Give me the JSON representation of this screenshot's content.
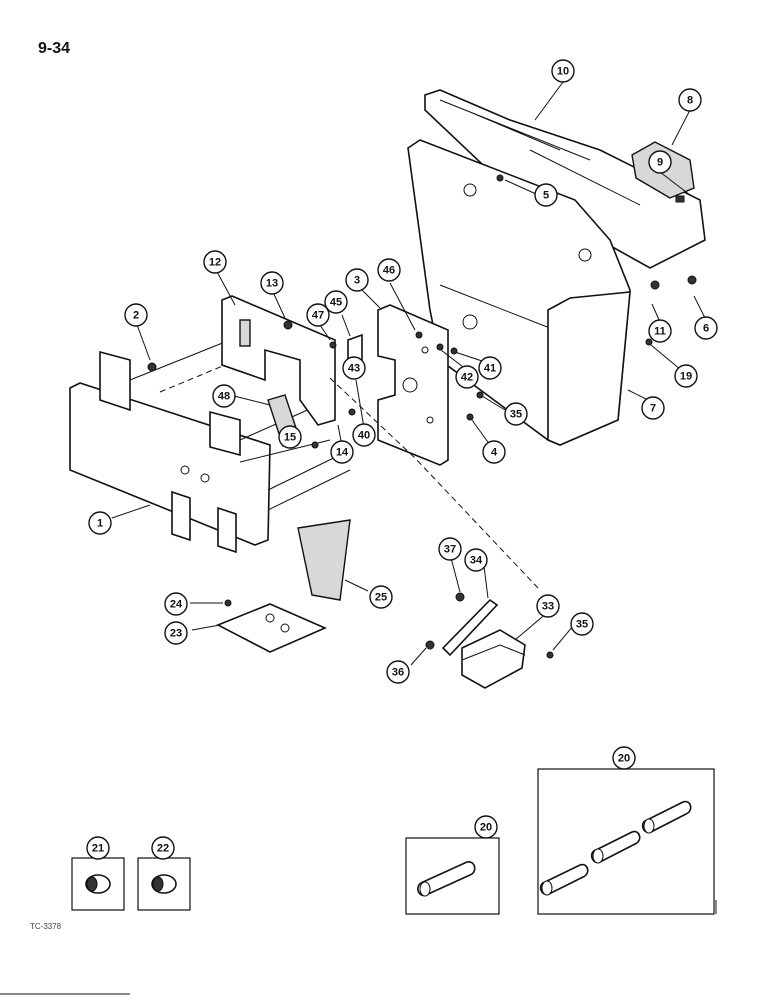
{
  "page": {
    "number": "9-34",
    "figure_code": "TC-3378"
  },
  "callouts": [
    {
      "id": "c10",
      "label": "10"
    },
    {
      "id": "c8",
      "label": "8"
    },
    {
      "id": "c9",
      "label": "9"
    },
    {
      "id": "c5",
      "label": "5"
    },
    {
      "id": "c12",
      "label": "12"
    },
    {
      "id": "c13",
      "label": "13"
    },
    {
      "id": "c3",
      "label": "3"
    },
    {
      "id": "c46",
      "label": "46"
    },
    {
      "id": "c2",
      "label": "2"
    },
    {
      "id": "c47",
      "label": "47"
    },
    {
      "id": "c45",
      "label": "45"
    },
    {
      "id": "c11",
      "label": "11"
    },
    {
      "id": "c6",
      "label": "6"
    },
    {
      "id": "c41",
      "label": "41"
    },
    {
      "id": "c42",
      "label": "42"
    },
    {
      "id": "c43",
      "label": "43"
    },
    {
      "id": "c19",
      "label": "19"
    },
    {
      "id": "c48",
      "label": "48"
    },
    {
      "id": "c35a",
      "label": "35"
    },
    {
      "id": "c7",
      "label": "7"
    },
    {
      "id": "c40",
      "label": "40"
    },
    {
      "id": "c15",
      "label": "15"
    },
    {
      "id": "c14",
      "label": "14"
    },
    {
      "id": "c4",
      "label": "4"
    },
    {
      "id": "c1",
      "label": "1"
    },
    {
      "id": "c37",
      "label": "37"
    },
    {
      "id": "c34",
      "label": "34"
    },
    {
      "id": "c25",
      "label": "25"
    },
    {
      "id": "c24",
      "label": "24"
    },
    {
      "id": "c33",
      "label": "33"
    },
    {
      "id": "c35b",
      "label": "35"
    },
    {
      "id": "c23",
      "label": "23"
    },
    {
      "id": "c36",
      "label": "36"
    },
    {
      "id": "c20a",
      "label": "20"
    },
    {
      "id": "c20b",
      "label": "20"
    },
    {
      "id": "c21",
      "label": "21"
    },
    {
      "id": "c22",
      "label": "22"
    }
  ]
}
